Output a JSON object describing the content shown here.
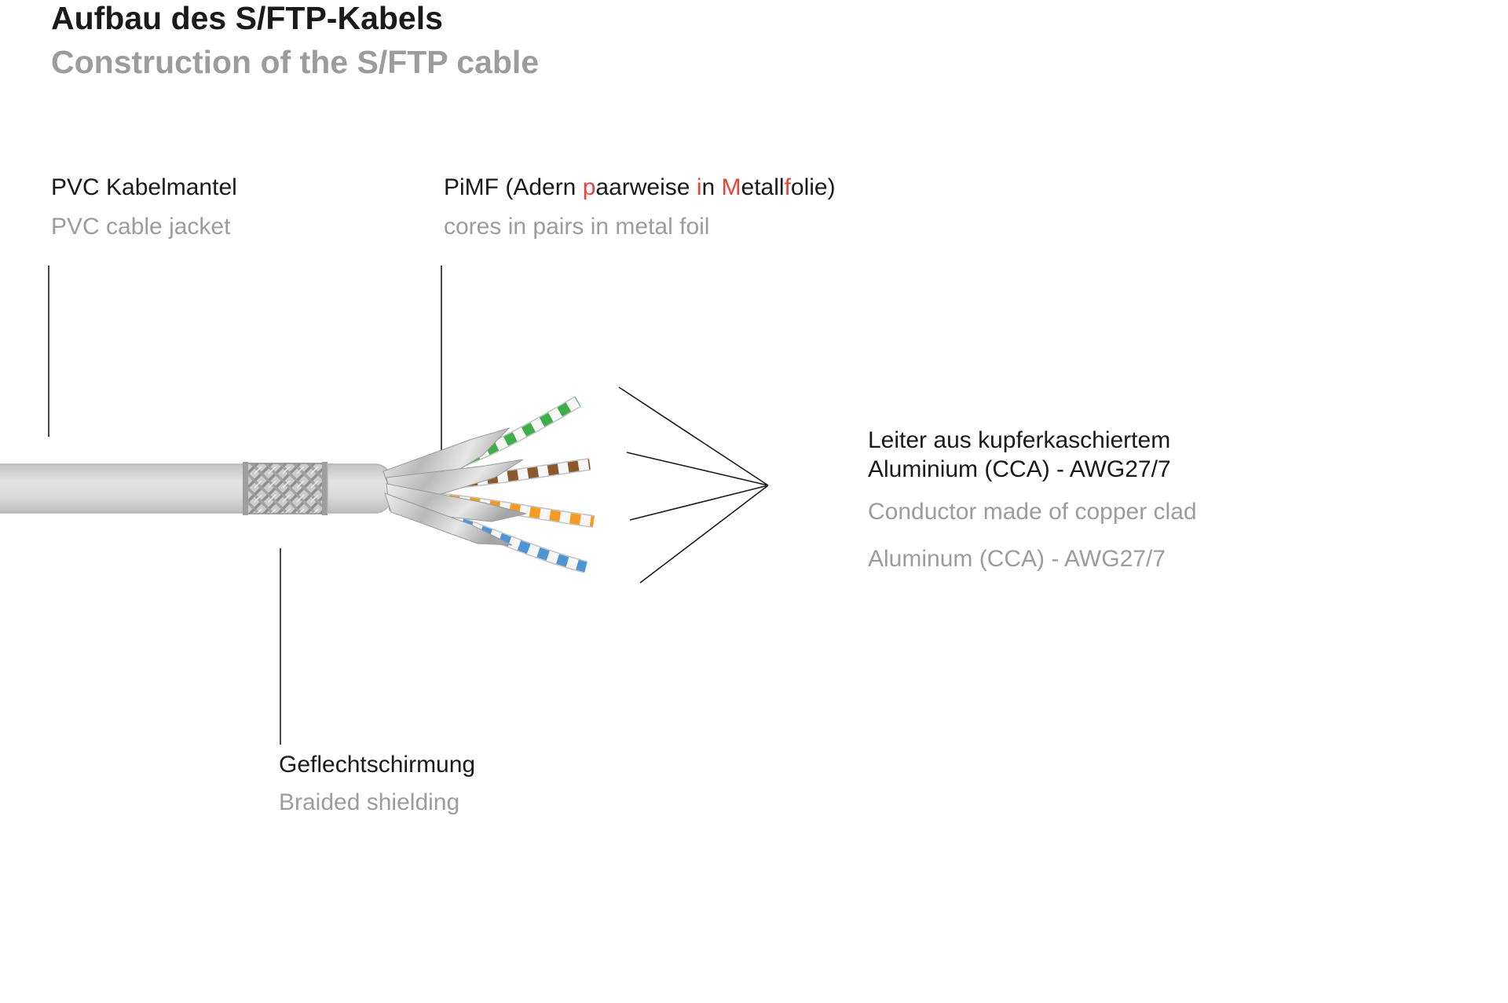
{
  "header": {
    "title_de": "Aufbau des S/FTP-Kabels",
    "title_en": "Construction of the S/FTP cable"
  },
  "labels": {
    "jacket": {
      "de": "PVC Kabelmantel",
      "en": "PVC cable jacket"
    },
    "pimf": {
      "de_segments": [
        {
          "text": "PiMF (Adern ",
          "color": "#1a1a1a"
        },
        {
          "text": "p",
          "color": "#e8423a"
        },
        {
          "text": "aarweise ",
          "color": "#1a1a1a"
        },
        {
          "text": "i",
          "color": "#e8423a"
        },
        {
          "text": "n ",
          "color": "#1a1a1a"
        },
        {
          "text": "M",
          "color": "#e8423a"
        },
        {
          "text": "etall",
          "color": "#1a1a1a"
        },
        {
          "text": "f",
          "color": "#e8423a"
        },
        {
          "text": "olie)",
          "color": "#1a1a1a"
        }
      ],
      "en": "cores in pairs in metal foil"
    },
    "braid": {
      "de": "Geflechtschirmung",
      "en": "Braided shielding"
    },
    "conductor": {
      "de_line1": "Leiter aus kupferkaschiertem",
      "de_line2": "Aluminium (CCA) - AWG27/7",
      "en_line1": "Conductor made of copper clad",
      "en_line2": "Aluminum (CCA) - AWG27/7"
    }
  },
  "colors": {
    "accent_red": "#e8423a",
    "text_black": "#1a1a1a",
    "text_gray": "#9c9c9c",
    "jacket_gray": "#d6d6d6",
    "pair_green": "#3fae49",
    "pair_brown": "#8a5a2e",
    "pair_orange": "#f59a23",
    "pair_blue": "#4f94d4"
  }
}
